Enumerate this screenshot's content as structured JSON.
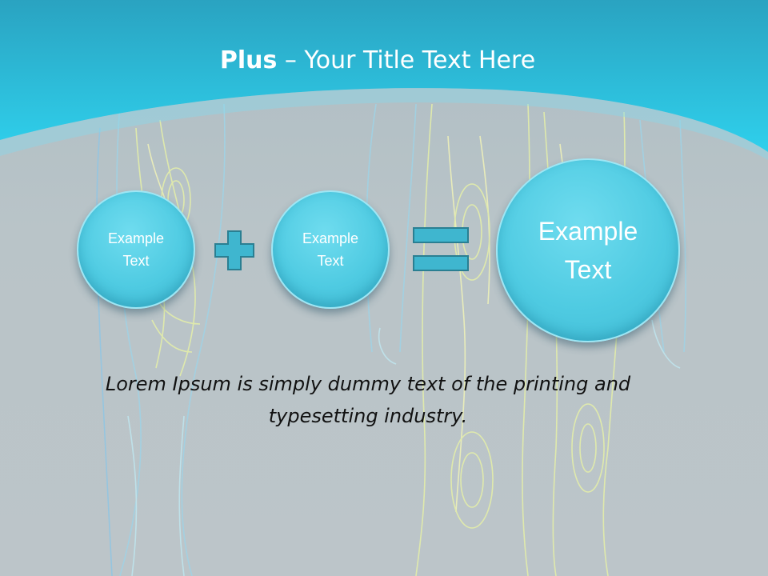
{
  "slide": {
    "title_bold": "Plus",
    "title_rest": " – Your Title Text Here",
    "circles": [
      {
        "label": "Example\nText"
      },
      {
        "label": "Example\nText"
      },
      {
        "label": "Example\nText"
      }
    ],
    "operators": [
      "plus-icon",
      "equals-icon"
    ],
    "body_text": "Lorem Ipsum is simply dummy text of the printing and typesetting industry."
  },
  "colors": {
    "accent": "#3fc2dc",
    "header_top": "#2aa3c1",
    "header_bottom": "#2fd0ec",
    "background": "#b9c4c8",
    "circle_fill": "#4fcbe2",
    "operator_fill": "#3fb6cf",
    "operator_stroke": "#2a7f92",
    "text_dark": "#111111",
    "text_light": "#ffffff"
  }
}
